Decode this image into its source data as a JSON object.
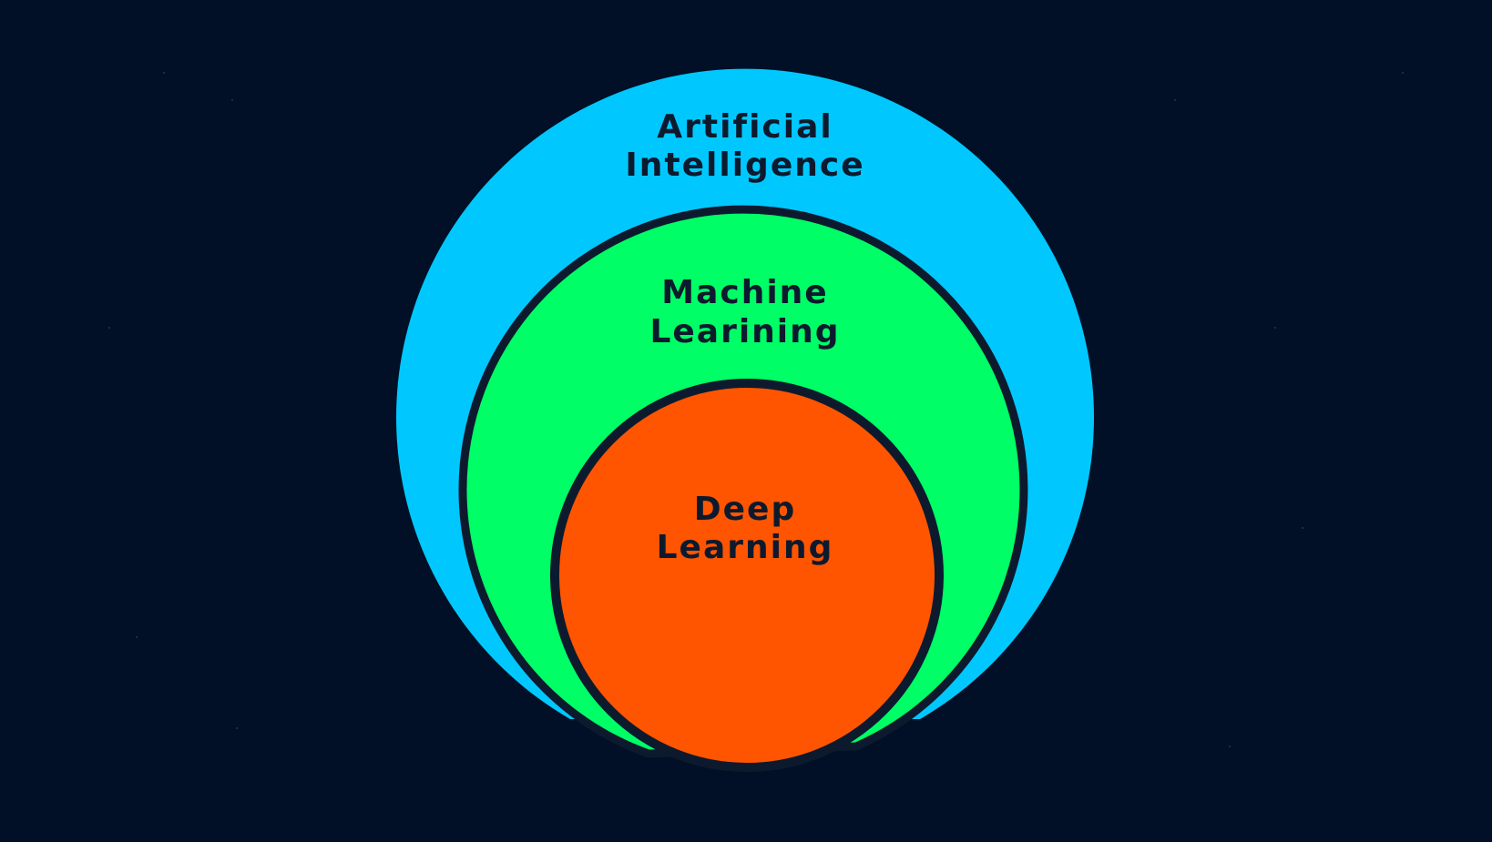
{
  "diagram": {
    "type": "nested-circles",
    "background_color": "#011026",
    "outline_color": "#0d1a2e",
    "rings": [
      {
        "id": "artificial-intelligence",
        "label_lines": [
          "Artificial",
          "Intelligence"
        ],
        "fill": "#00c8ff"
      },
      {
        "id": "machine-learning",
        "label_lines": [
          "Machine",
          "Learining"
        ],
        "fill": "#00ff66"
      },
      {
        "id": "deep-learning",
        "label_lines": [
          "Deep",
          "Learning"
        ],
        "fill": "#ff5500"
      }
    ]
  }
}
